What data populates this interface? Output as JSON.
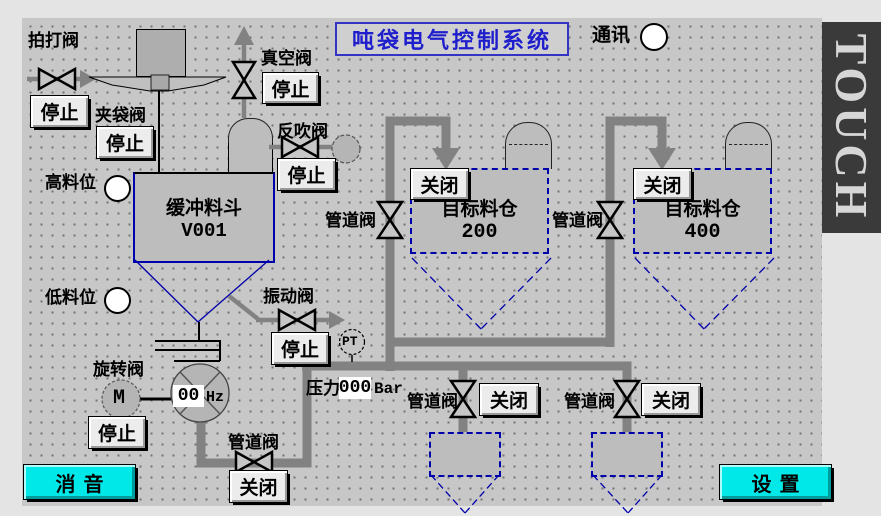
{
  "title": "吨袋电气控制系统",
  "logo": "TOUCH",
  "comm": {
    "label": "通讯"
  },
  "labels": {
    "flap_valve": "拍打阀",
    "bag_clamp_valve": "夹袋阀",
    "vacuum_valve": "真空阀",
    "blowback_valve": "反吹阀",
    "high_level": "高料位",
    "low_level": "低料位",
    "vibration_valve": "振动阀",
    "rotary_valve": "旋转阀",
    "pipe_valve": "管道阀",
    "pressure": "压力",
    "pressure_unit": "Bar",
    "freq_unit": "Hz",
    "pt": "PT",
    "motor": "M"
  },
  "buttons": {
    "stop": "停止",
    "close": "关闭",
    "mute": "消音",
    "settings": "设置"
  },
  "hopper": {
    "name": "缓冲料斗",
    "tag": "V001"
  },
  "silo200": {
    "name": "目标料仓",
    "tag": "200"
  },
  "silo400": {
    "name": "目标料仓",
    "tag": "400"
  },
  "values": {
    "frequency": "00",
    "pressure": "000"
  },
  "colors": {
    "accent_cyan": "#00e8e8",
    "title_blue": "#1e1ecc",
    "pipe_gray": "#828282",
    "vessel_blue": "#0000aa",
    "banner_dark": "#3a3a3a"
  }
}
